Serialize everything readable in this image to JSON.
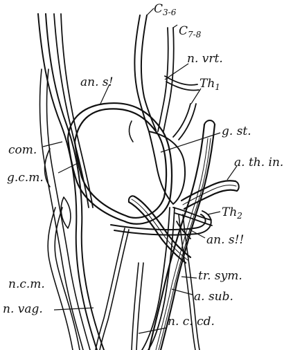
{
  "diagram": {
    "labels": {
      "c36_main": "C",
      "c36_sub": "3-6",
      "c78_main": "C",
      "c78_sub": "7-8",
      "n_vrt": "n. vrt.",
      "th1_main": "Th",
      "th1_sub": "1",
      "an_s1": "an. s!",
      "g_st": "g. st.",
      "a_th_in": "a. th. in.",
      "com": "com.",
      "g_c_m": "g.c.m.",
      "th2_main": "Th",
      "th2_sub": "2",
      "an_s2": "an. s!!",
      "tr_sym": "tr. sym.",
      "n_c_m": "n.c.m.",
      "a_sub": "a. sub.",
      "n_vag": "n. vag.",
      "n_c_cd": "n. c. cd."
    },
    "colors": {
      "ink": "#111111",
      "paper": "#ffffff"
    }
  }
}
